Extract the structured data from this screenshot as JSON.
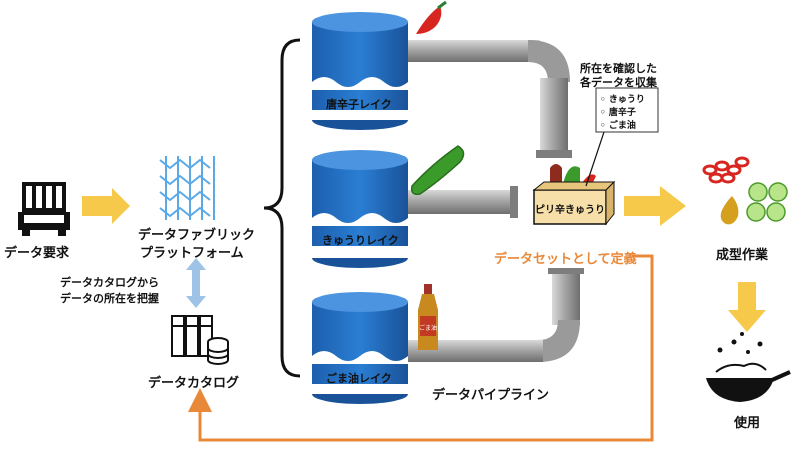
{
  "labels": {
    "data_request": "データ要求",
    "fabric_line1": "データファブリック",
    "fabric_line2": "プラットフォーム",
    "catalog_note_line1": "データカタログから",
    "catalog_note_line2": "データの所在を把握",
    "data_catalog": "データカタログ",
    "lake_chili": "唐辛子レイク",
    "lake_cucumber": "きゅうりレイク",
    "lake_sesame": "ごま油レイク",
    "pipeline": "データパイプライン",
    "collect_line1": "所在を確認した",
    "collect_line2": "各データを収集",
    "box_label": "ピリ辛きゅうり",
    "dataset_def": "データセットとして定義",
    "shaping": "成型作業",
    "use": "使用",
    "sesame_bottle_label": "ごま油"
  },
  "collected_items": [
    "◦ きゅうり",
    "◦ 唐辛子",
    "◦ ごま油"
  ],
  "colors": {
    "lake_blue": "#1a5fb4",
    "lake_blue_light": "#2f7bd0",
    "pipe_gray": "#8c8c8c",
    "flow_arrow": "#f6c94b",
    "catalog_arrow": "#9ec3e6",
    "feedback_line": "#e8893a",
    "dataset_text": "#e8893a"
  },
  "icons": [
    "truck-icon",
    "fabric-mesh-icon",
    "catalog-server-icon",
    "chili-icon",
    "cucumber-icon",
    "sesame-oil-bottle-icon",
    "ingredient-box-icon",
    "vegetables-icon",
    "wok-icon"
  ]
}
